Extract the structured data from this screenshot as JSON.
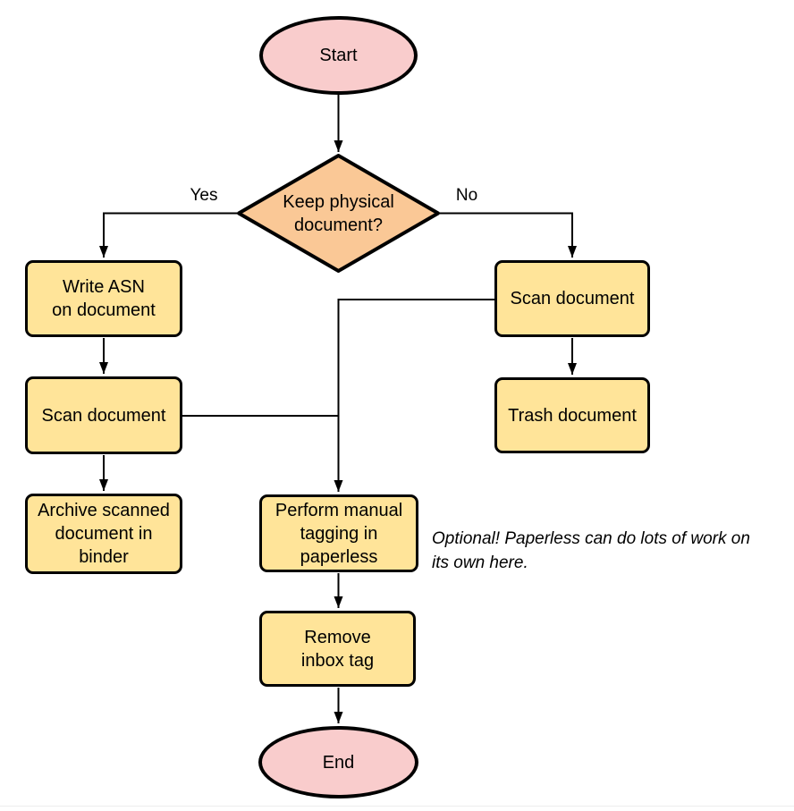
{
  "flowchart": {
    "nodes": {
      "start": {
        "label": "Start",
        "type": "terminal"
      },
      "decision": {
        "label": "Keep physical\ndocument?",
        "type": "decision"
      },
      "write_asn": {
        "label": "Write ASN\non document",
        "type": "process"
      },
      "scan_left": {
        "label": "Scan document",
        "type": "process"
      },
      "archive": {
        "label": "Archive scanned\ndocument in\nbinder",
        "type": "process"
      },
      "scan_right": {
        "label": "Scan document",
        "type": "process"
      },
      "trash": {
        "label": "Trash document",
        "type": "process"
      },
      "perform_tagging": {
        "label": "Perform manual\ntagging in\npaperless",
        "type": "process"
      },
      "remove_inbox": {
        "label": "Remove\ninbox tag",
        "type": "process"
      },
      "end": {
        "label": "End",
        "type": "terminal"
      }
    },
    "edge_labels": {
      "yes": "Yes",
      "no": "No"
    },
    "edges": [
      {
        "from": "start",
        "to": "decision"
      },
      {
        "from": "decision",
        "to": "write_asn",
        "label": "Yes"
      },
      {
        "from": "decision",
        "to": "scan_right",
        "label": "No"
      },
      {
        "from": "write_asn",
        "to": "scan_left"
      },
      {
        "from": "scan_left",
        "to": "archive"
      },
      {
        "from": "scan_left",
        "to": "perform_tagging"
      },
      {
        "from": "scan_right",
        "to": "trash"
      },
      {
        "from": "scan_right",
        "to": "perform_tagging"
      },
      {
        "from": "perform_tagging",
        "to": "remove_inbox"
      },
      {
        "from": "remove_inbox",
        "to": "end"
      }
    ],
    "annotation": "Optional! Paperless can do lots of work on\nits own here.",
    "colors": {
      "terminal_fill": "#f9cccc",
      "decision_fill": "#fac896",
      "process_fill": "#ffe499",
      "stroke": "#000000",
      "text": "#000000"
    }
  }
}
